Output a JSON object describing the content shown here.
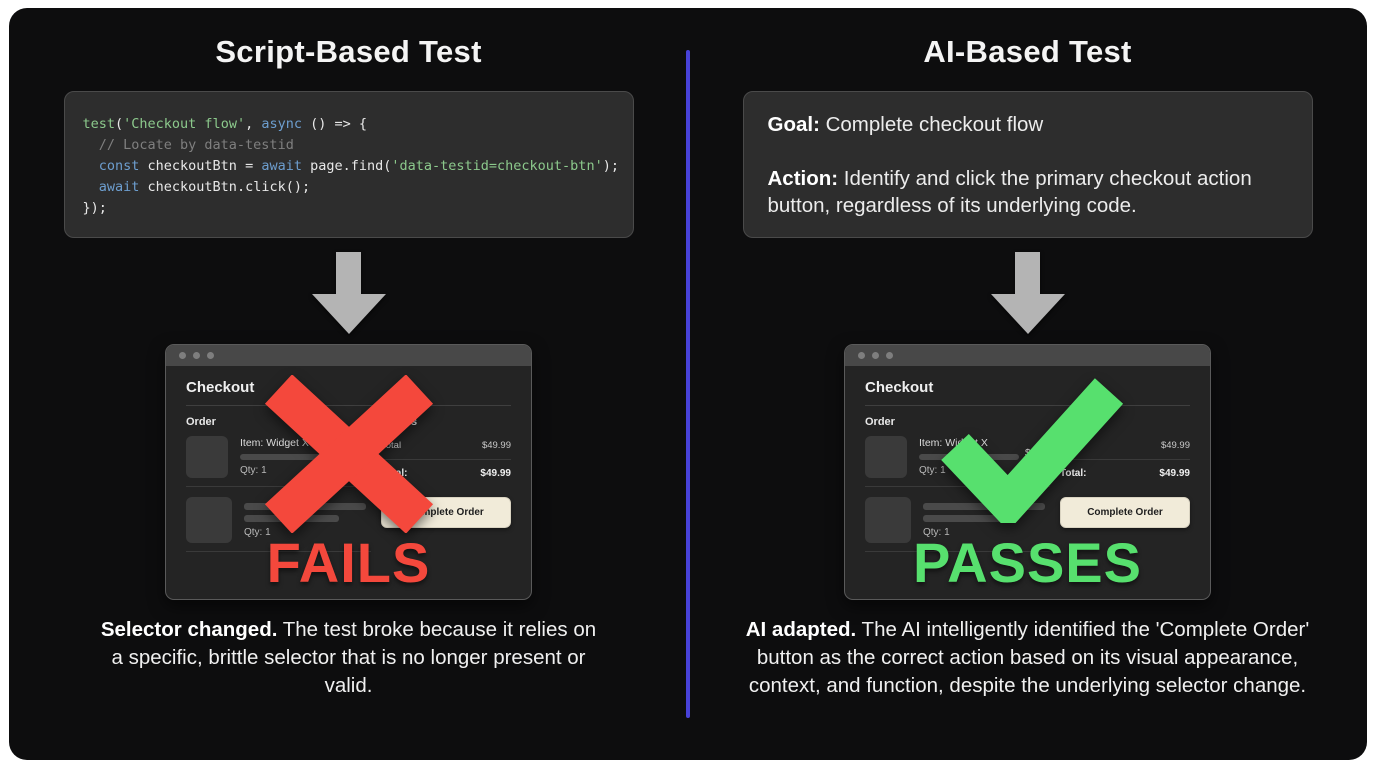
{
  "panels": {
    "left": {
      "title": "Script-Based Test",
      "result": "FAILS",
      "caption_bold": "Selector changed.",
      "caption_text": " The test broke because it relies on a specific, brittle selector that is no longer present or valid."
    },
    "right": {
      "title": "AI-Based Test",
      "result": "PASSES",
      "caption_bold": "AI adapted.",
      "caption_text": " The AI intelligently identified the 'Complete Order' button as the correct action based on its visual appearance, context, and function, despite the underlying selector change."
    }
  },
  "code": {
    "lines": [
      [
        [
          "g",
          "test"
        ],
        [
          "w",
          "("
        ],
        [
          "s",
          "'Checkout flow'"
        ],
        [
          "w",
          ", "
        ],
        [
          "b",
          "async"
        ],
        [
          "w",
          " () => {"
        ]
      ],
      [
        [
          "c",
          "  // Locate by data-testid"
        ]
      ],
      [
        [
          "b",
          "  const"
        ],
        [
          "w",
          " checkoutBtn = "
        ],
        [
          "b",
          "await"
        ],
        [
          "w",
          " page.find("
        ],
        [
          "s",
          "'data-testid=checkout-btn'"
        ],
        [
          "w",
          ");"
        ]
      ],
      [
        [
          "b",
          "  await"
        ],
        [
          "w",
          " checkoutBtn.click();"
        ]
      ],
      [
        [
          "w",
          "});"
        ]
      ]
    ]
  },
  "goal_box": {
    "goal_label": "Goal:",
    "goal_text": " Complete checkout flow",
    "action_label": "Action:",
    "action_text": " Identify and click the primary checkout action button, regardless of its underlying code."
  },
  "window": {
    "title": "Checkout",
    "order_heading": "Order",
    "item1_label": "Item: Widget X",
    "item1_price": "$9.99",
    "item_qty": "Qty: 1",
    "details_heading": "Details",
    "row1_label": "Total",
    "row1_value": "$49.99",
    "row2_label": "Total:",
    "row2_value": "$49.99",
    "button_label": "Complete Order"
  },
  "colors": {
    "fail_red": "#f4483c",
    "pass_green": "#57e06e",
    "divider_blue": "#4842d8",
    "arrow_gray": "#b4b4b4",
    "button_cream": "#f1ebd9",
    "code_string_green": "#8cc98c",
    "code_keyword_blue": "#6d9ecf"
  }
}
